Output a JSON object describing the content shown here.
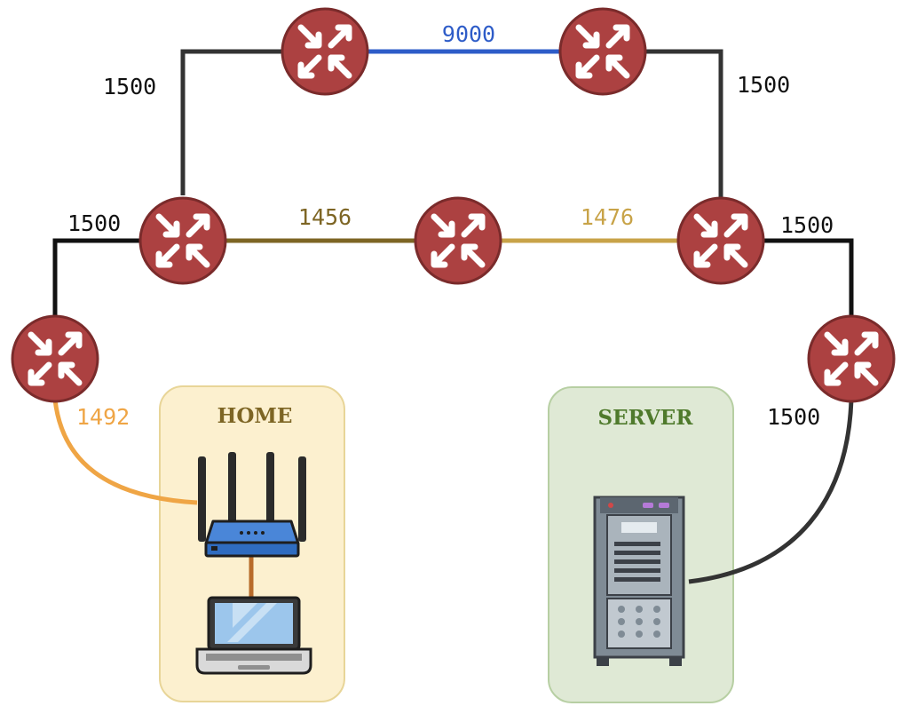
{
  "groups": {
    "home": {
      "label": "HOME",
      "label_color": "#7d6524",
      "fill": "#fcf0cf",
      "stroke": "#e8d598"
    },
    "server": {
      "label": "SERVER",
      "label_color": "#4f7a2c",
      "fill": "#dfe9d5",
      "stroke": "#b7cfa3"
    }
  },
  "links": {
    "top_left": {
      "mtu": "1500",
      "color": "#333333"
    },
    "top_center": {
      "mtu": "9000",
      "color": "#2e5cc8"
    },
    "top_right": {
      "mtu": "1500",
      "color": "#333333"
    },
    "mid_left_stub": {
      "mtu": "1500",
      "color": "#111111"
    },
    "mid_left": {
      "mtu": "1456",
      "color": "#7d6524"
    },
    "mid_right": {
      "mtu": "1476",
      "color": "#c8a348"
    },
    "mid_right_stub": {
      "mtu": "1500",
      "color": "#111111"
    },
    "home_uplink": {
      "mtu": "1492",
      "color": "#efa545"
    },
    "server_uplink": {
      "mtu": "1500",
      "color": "#333333"
    },
    "home_lan": {
      "color": "#b86b2a"
    }
  },
  "node_colors": {
    "router_fill": "#ac4141",
    "router_stroke": "#7a2b2b",
    "arrow": "#ffffff"
  },
  "icons": [
    "router-icon",
    "wifi-router-icon",
    "laptop-icon",
    "server-rack-icon"
  ]
}
